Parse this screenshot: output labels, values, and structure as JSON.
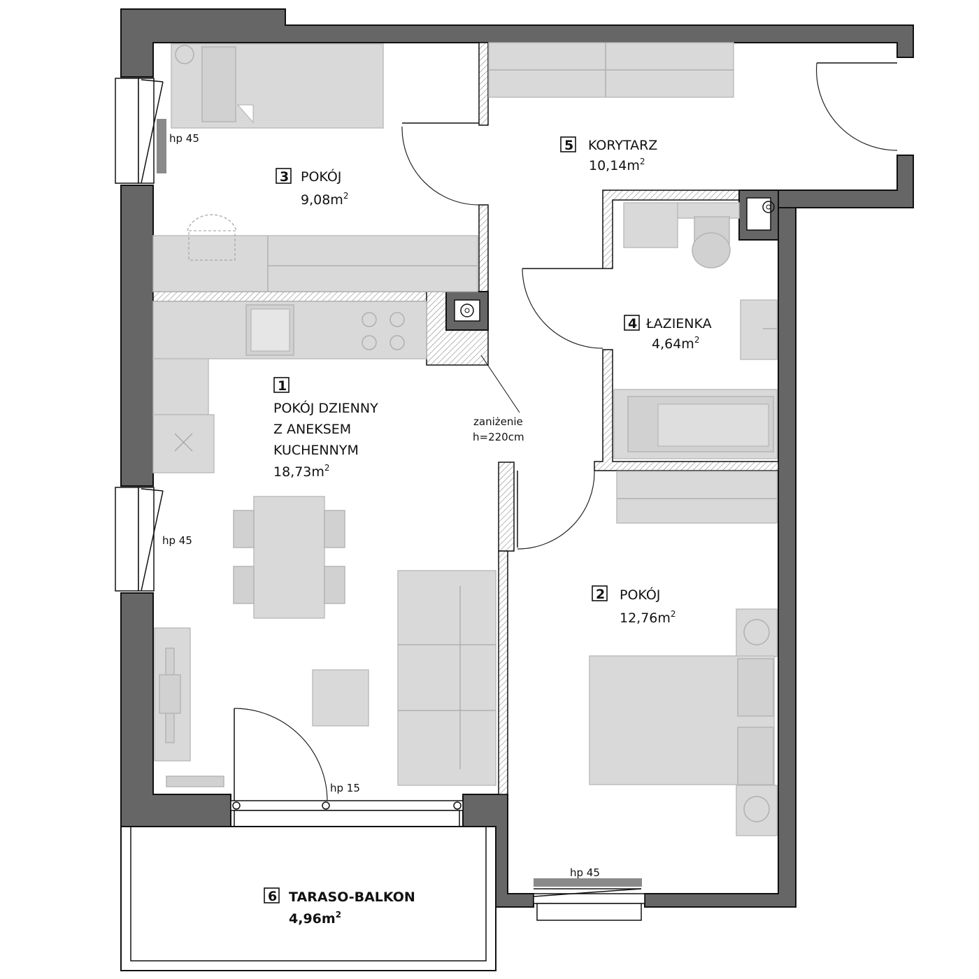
{
  "rooms": {
    "r1": {
      "number": "1",
      "name_lines": [
        "POKÓJ DZIENNY",
        "Z ANEKSEM",
        "KUCHENNYM"
      ],
      "area": "18,73m",
      "unit_sup": "2"
    },
    "r2": {
      "number": "2",
      "name": "POKÓJ",
      "area": "12,76m",
      "unit_sup": "2"
    },
    "r3": {
      "number": "3",
      "name": "POKÓJ",
      "area": "9,08m",
      "unit_sup": "2"
    },
    "r4": {
      "number": "4",
      "name": "ŁAZIENKA",
      "area": "4,64m",
      "unit_sup": "2"
    },
    "r5": {
      "number": "5",
      "name": "KORYTARZ",
      "area": "10,14m",
      "unit_sup": "2"
    },
    "r6": {
      "number": "6",
      "name": "TARASO-BALKON",
      "area": "4,96m",
      "unit_sup": "2"
    }
  },
  "annotations": {
    "window_r3": "hp 45",
    "window_r1": "hp 45",
    "balcony_door": "hp 15",
    "window_r2": "hp 45",
    "lowered_ceiling_line1": "zaniżenie",
    "lowered_ceiling_line2": "h=220cm"
  },
  "colors": {
    "wall": "#666666",
    "furniture": "#d9d9d9",
    "lines": "#111111"
  }
}
